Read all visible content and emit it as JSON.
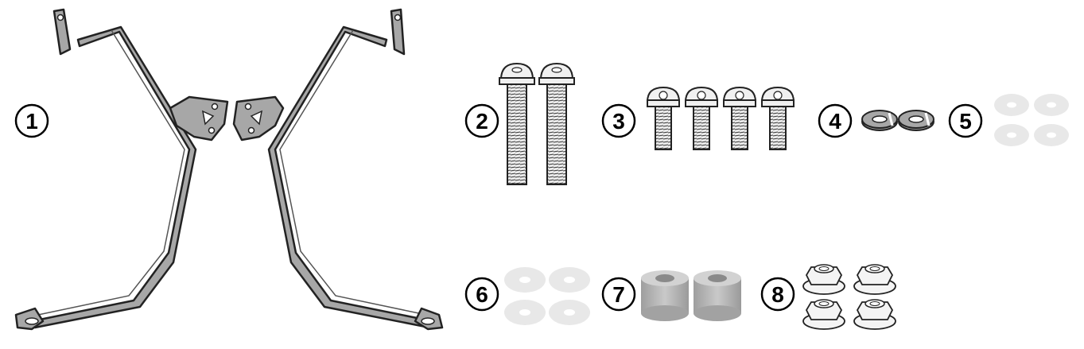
{
  "parts": [
    {
      "number": "1",
      "item": "frame-arms",
      "quantity": 2
    },
    {
      "number": "2",
      "item": "long-bolt",
      "quantity": 2
    },
    {
      "number": "3",
      "item": "short-bolt",
      "quantity": 4
    },
    {
      "number": "4",
      "item": "split-lock-washer",
      "quantity": 2
    },
    {
      "number": "5",
      "item": "flat-washer",
      "quantity": 4
    },
    {
      "number": "6",
      "item": "flat-washer",
      "quantity": 4
    },
    {
      "number": "7",
      "item": "spacer",
      "quantity": 2
    },
    {
      "number": "8",
      "item": "flange-nut",
      "quantity": 4
    }
  ],
  "colors": {
    "outline": "#222222",
    "metal": "#a7a7a7",
    "washer": "#e8e8e8",
    "spacer": "#b9b9b9"
  }
}
